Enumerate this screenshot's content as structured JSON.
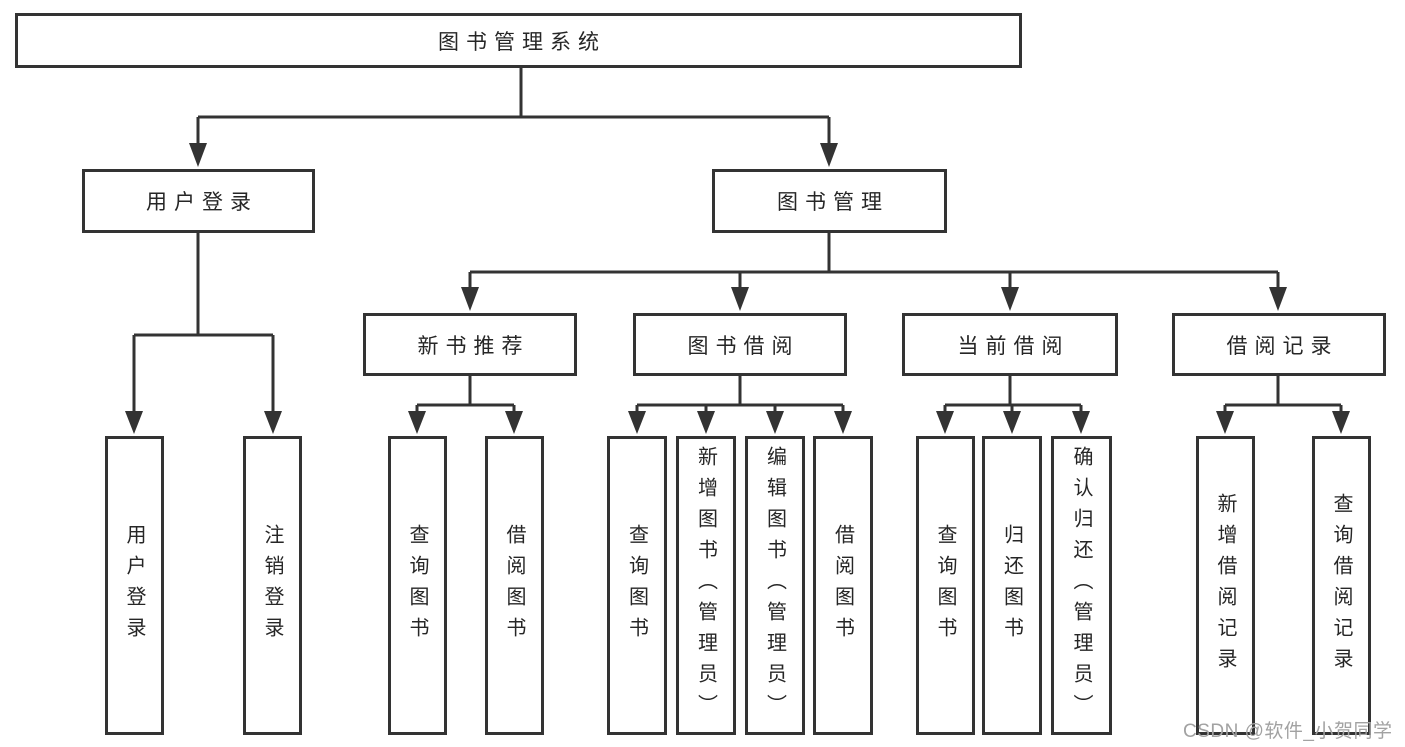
{
  "diagram": {
    "type": "hierarchy-tree",
    "colors": {
      "line": "#333333",
      "box_border": "#333333",
      "text": "#262626",
      "watermark": "#a2a2a2",
      "background": "#ffffff"
    },
    "tree": {
      "label": "图书管理系统",
      "children": [
        {
          "label": "用户登录",
          "children": [
            {
              "label": "用户登录"
            },
            {
              "label": "注销登录"
            }
          ]
        },
        {
          "label": "图书管理",
          "children": [
            {
              "label": "新书推荐",
              "children": [
                {
                  "label": "查询图书"
                },
                {
                  "label": "借阅图书"
                }
              ]
            },
            {
              "label": "图书借阅",
              "children": [
                {
                  "label": "查询图书"
                },
                {
                  "label": "新增图书（管理员）"
                },
                {
                  "label": "编辑图书（管理员）"
                },
                {
                  "label": "借阅图书"
                }
              ]
            },
            {
              "label": "当前借阅",
              "children": [
                {
                  "label": "查询图书"
                },
                {
                  "label": "归还图书"
                },
                {
                  "label": "确认归还（管理员）"
                }
              ]
            },
            {
              "label": "借阅记录",
              "children": [
                {
                  "label": "新增借阅记录"
                },
                {
                  "label": "查询借阅记录"
                }
              ]
            }
          ]
        }
      ]
    },
    "watermark": {
      "text": "CSDN @软件_小贺同学"
    }
  }
}
